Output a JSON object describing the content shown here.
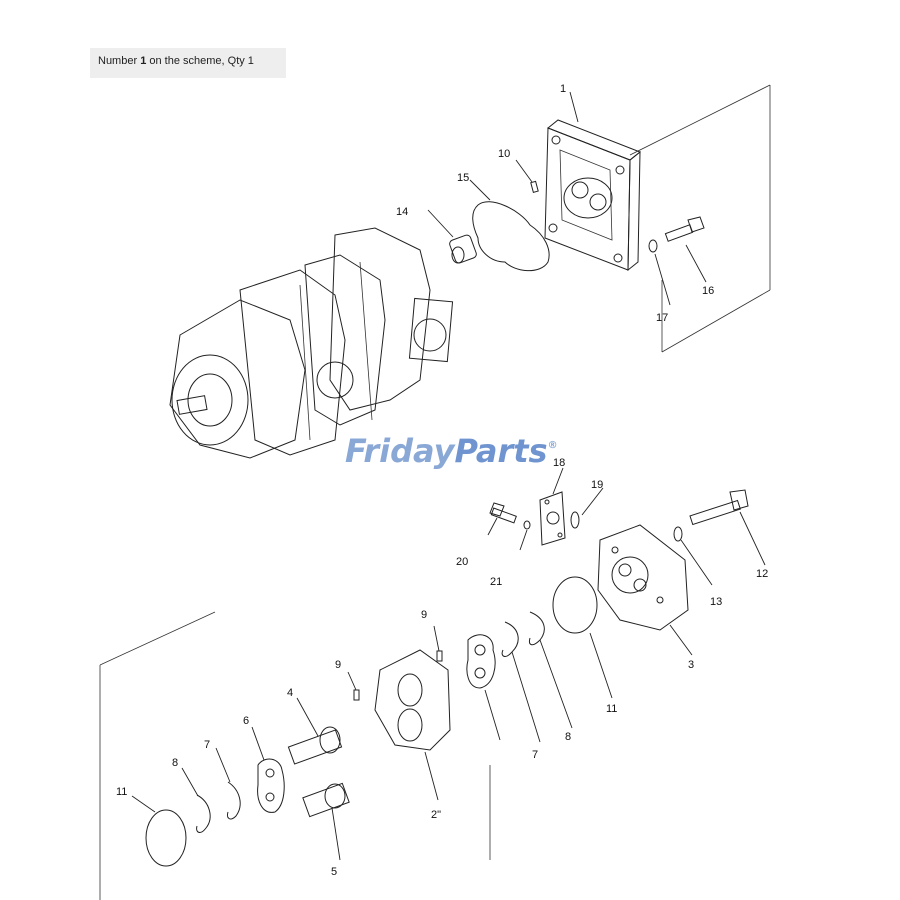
{
  "caption": {
    "prefix": "Number ",
    "number": "1",
    "suffix": " on the scheme, Qty 1"
  },
  "watermark": {
    "word1": "Friday",
    "word2": "Parts",
    "mark": "®",
    "colors": {
      "friday": "#8aa8d6",
      "accent": "#f3a43b",
      "parts": "#6f94cf"
    }
  },
  "callouts": {
    "c1": "1",
    "c10": "10",
    "c15": "15",
    "c14": "14",
    "c16": "16",
    "c17": "17",
    "c18": "18",
    "c19": "19",
    "c20": "20",
    "c21": "21",
    "c12": "12",
    "c13": "13",
    "c3": "3",
    "c11a": "11",
    "c9a": "9",
    "c9b": "9",
    "c4": "4",
    "c6": "6",
    "c7a": "7",
    "c8a": "8",
    "c11b": "11",
    "c7b": "7",
    "c8b": "8",
    "c2": "2\"",
    "c5": "5"
  }
}
